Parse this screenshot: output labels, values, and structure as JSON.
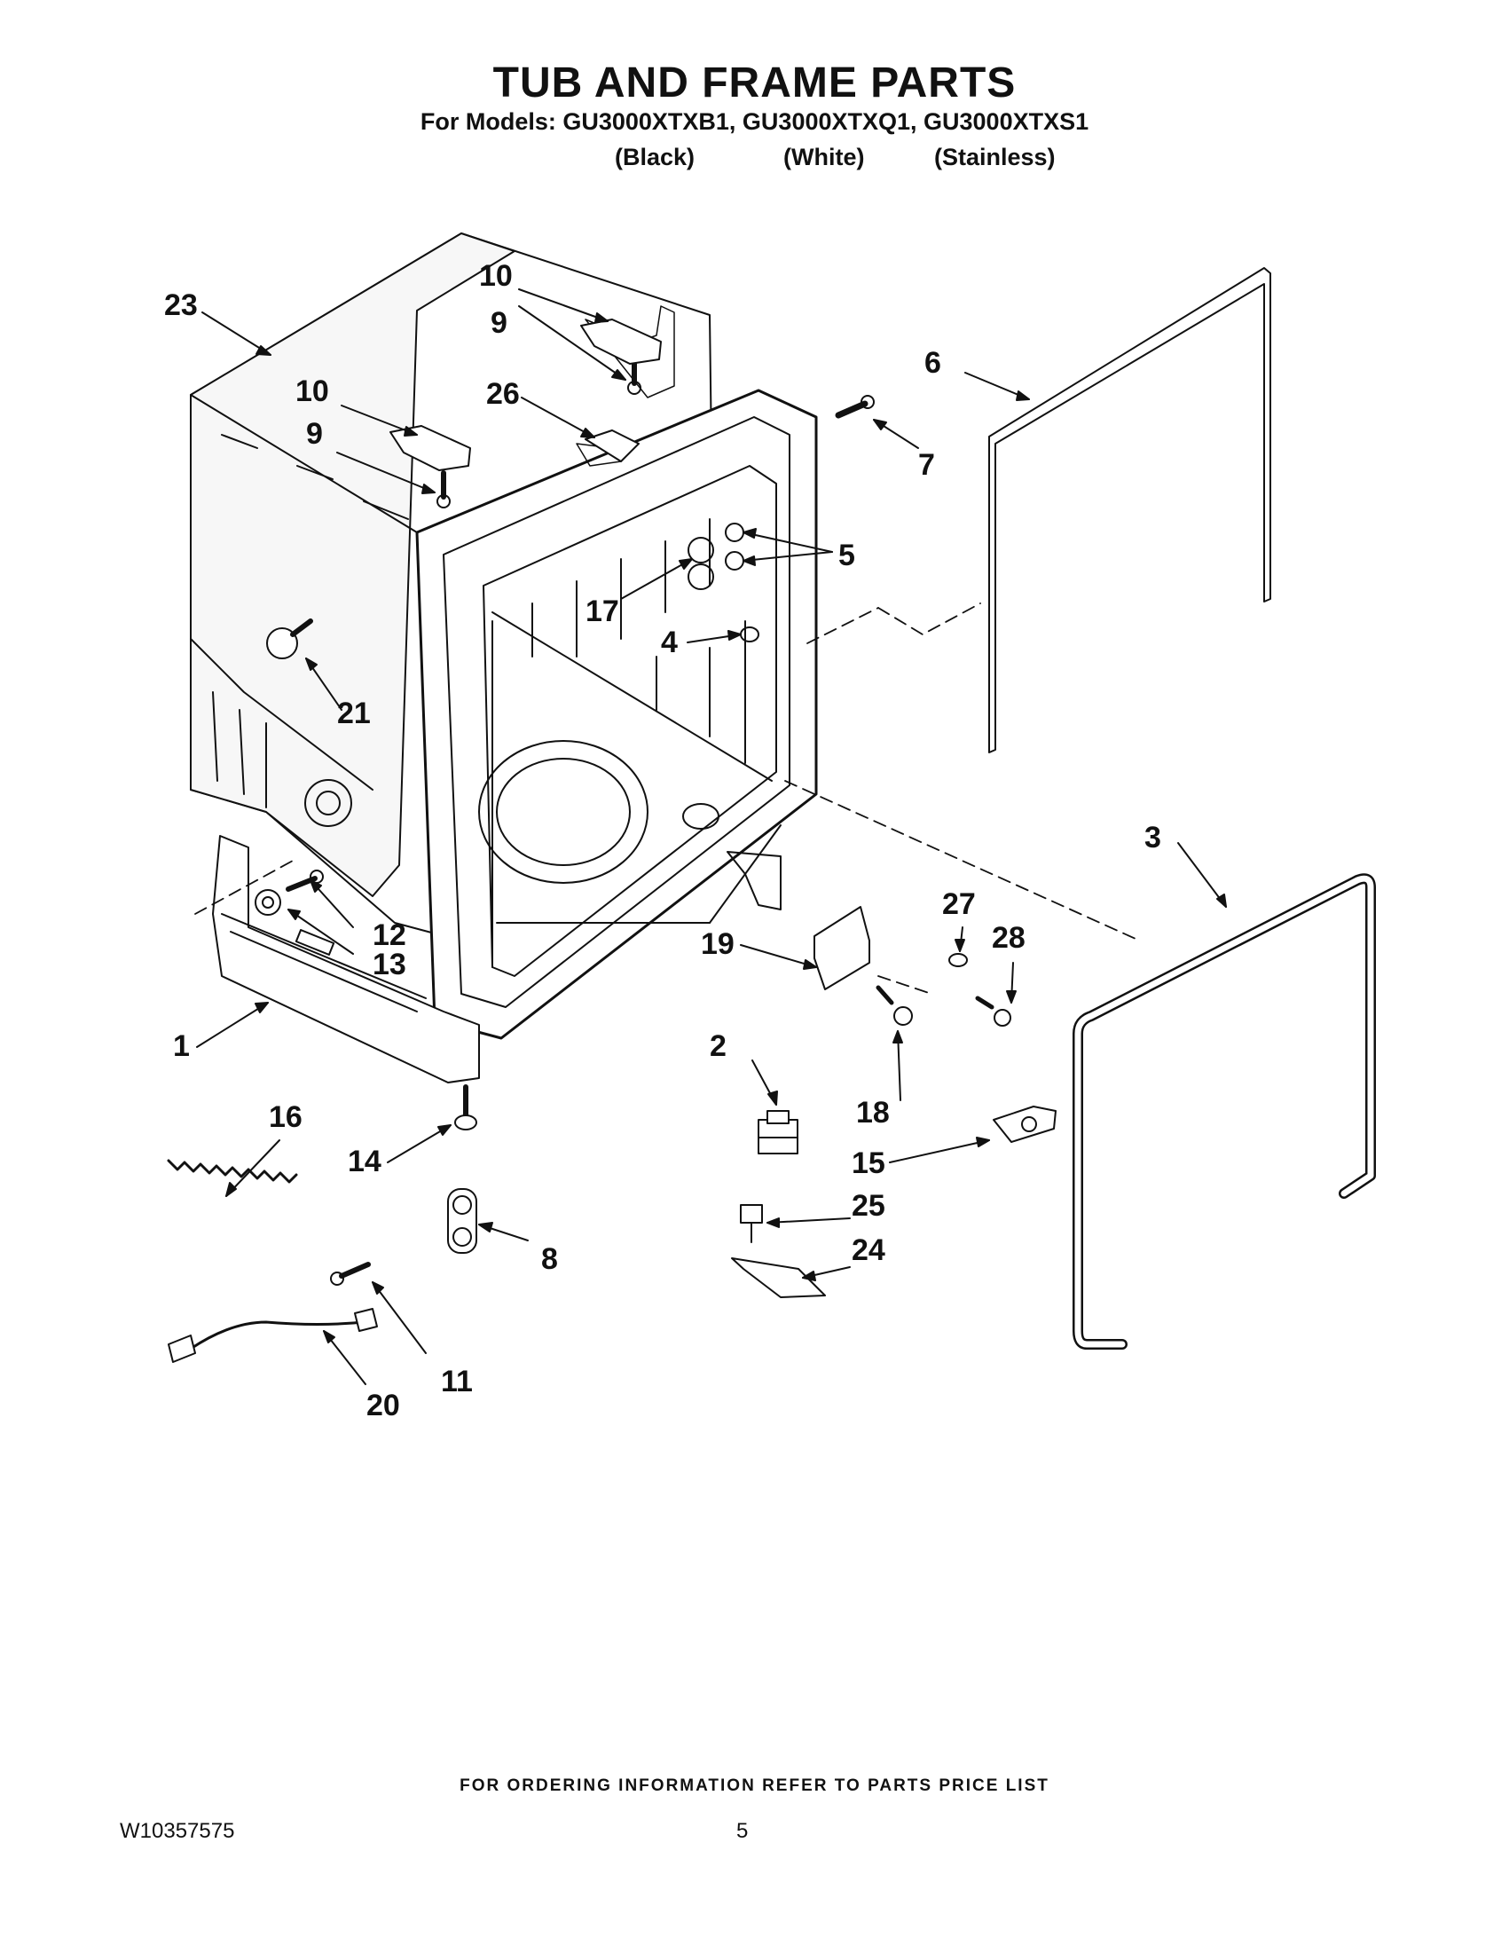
{
  "header": {
    "title": "TUB AND FRAME PARTS",
    "models_line": "For Models: GU3000XTXB1, GU3000XTXQ1, GU3000XTXS1",
    "variants": [
      "(Black)",
      "(White)",
      "(Stainless)"
    ]
  },
  "diagram": {
    "callouts": [
      "1",
      "2",
      "3",
      "4",
      "5",
      "6",
      "7",
      "8",
      "9",
      "9",
      "10",
      "10",
      "11",
      "12",
      "13",
      "14",
      "15",
      "16",
      "17",
      "18",
      "19",
      "20",
      "21",
      "23",
      "24",
      "25",
      "26",
      "27",
      "28"
    ]
  },
  "footer": {
    "ordering_note": "FOR ORDERING INFORMATION REFER TO PARTS PRICE LIST",
    "doc_number": "W10357575",
    "page_number": "5"
  }
}
